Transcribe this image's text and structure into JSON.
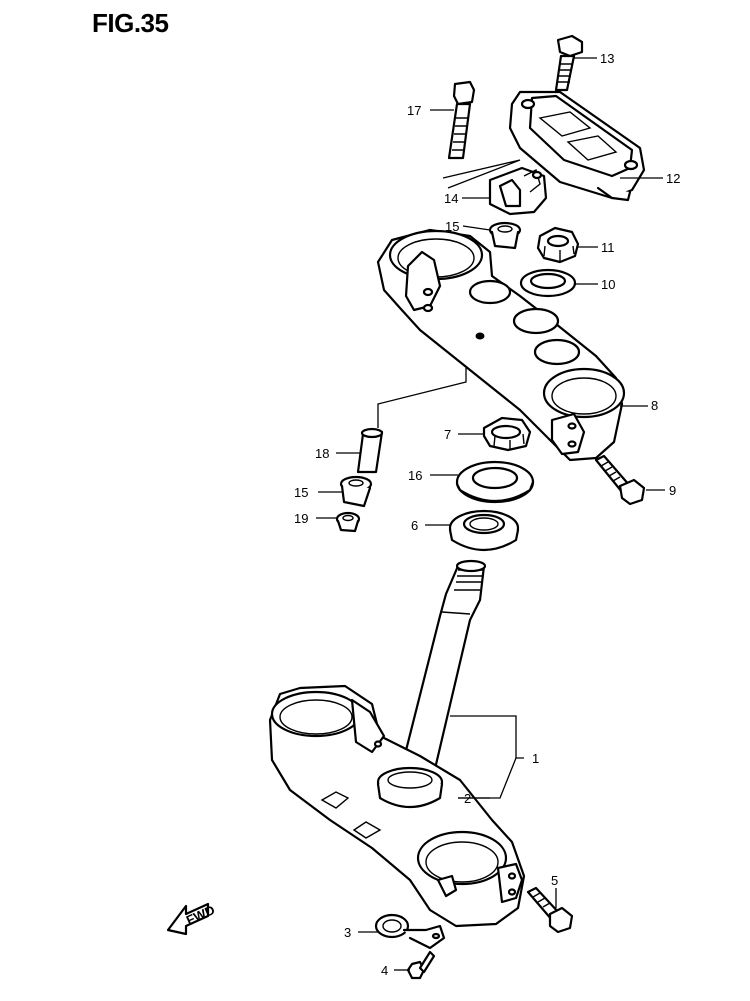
{
  "figure": {
    "title": "FIG.35"
  },
  "fwd_label": "FWD",
  "callouts": [
    {
      "id": "c1",
      "label": "1"
    },
    {
      "id": "c2",
      "label": "2"
    },
    {
      "id": "c3",
      "label": "3"
    },
    {
      "id": "c4",
      "label": "4"
    },
    {
      "id": "c5",
      "label": "5"
    },
    {
      "id": "c6",
      "label": "6"
    },
    {
      "id": "c7",
      "label": "7"
    },
    {
      "id": "c8",
      "label": "8"
    },
    {
      "id": "c9",
      "label": "9"
    },
    {
      "id": "c10",
      "label": "10"
    },
    {
      "id": "c11",
      "label": "11"
    },
    {
      "id": "c12",
      "label": "12"
    },
    {
      "id": "c13",
      "label": "13"
    },
    {
      "id": "c14",
      "label": "14"
    },
    {
      "id": "c15a",
      "label": "15"
    },
    {
      "id": "c15b",
      "label": "15"
    },
    {
      "id": "c16",
      "label": "16"
    },
    {
      "id": "c17",
      "label": "17"
    },
    {
      "id": "c18",
      "label": "18"
    },
    {
      "id": "c19",
      "label": "19"
    }
  ]
}
